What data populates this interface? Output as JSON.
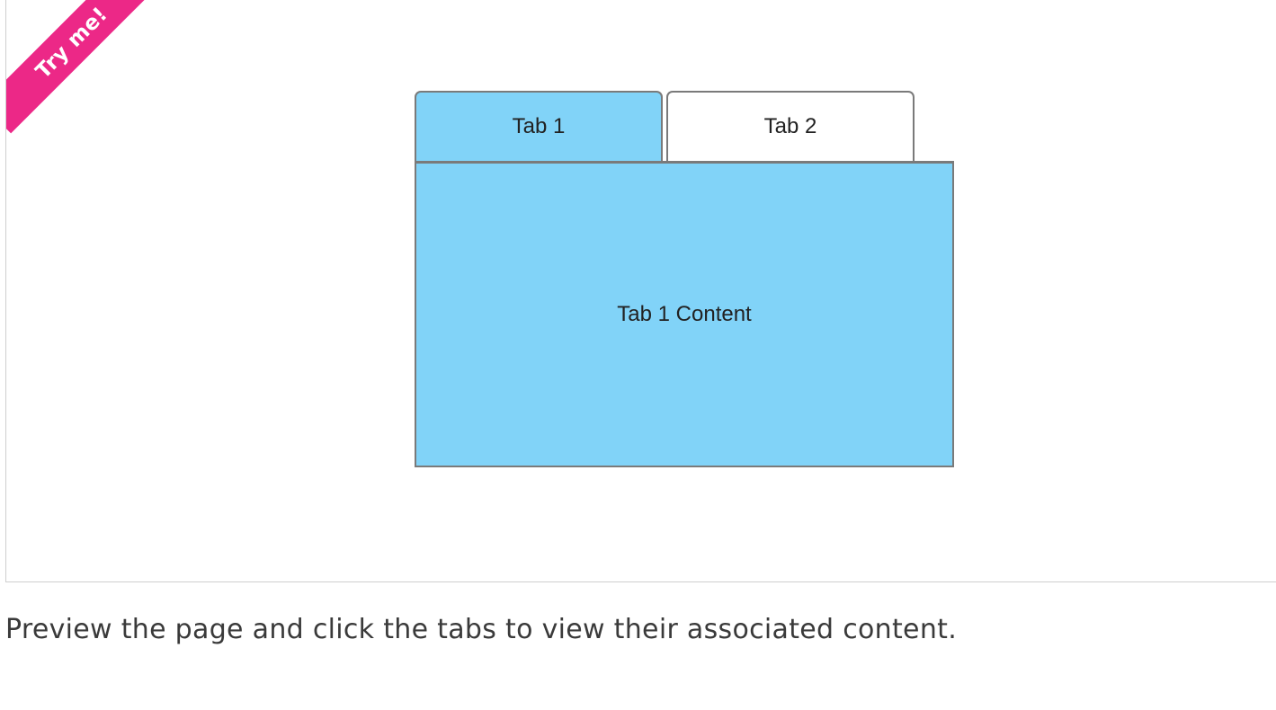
{
  "ribbon": {
    "label": "Try me!",
    "color": "#ec2887"
  },
  "tabs": [
    {
      "label": "Tab 1",
      "active": true
    },
    {
      "label": "Tab 2",
      "active": false
    }
  ],
  "panel": {
    "content": "Tab 1 Content",
    "color": "#81d3f8"
  },
  "instruction": "Preview the page and click the tabs to view their associated content."
}
